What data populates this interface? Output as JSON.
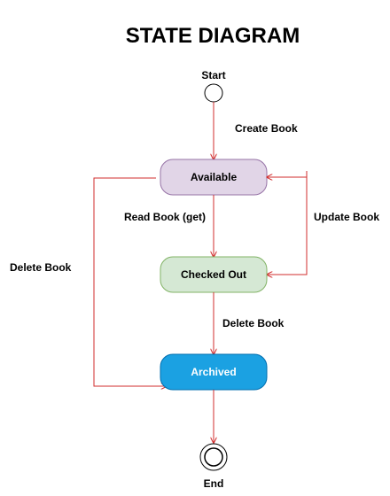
{
  "title": "STATE DIAGRAM",
  "colors": {
    "edge": "#d12d2d",
    "available_fill": "#e1d5e7",
    "available_stroke": "#9673a6",
    "checked_out_fill": "#d5e8d4",
    "checked_out_stroke": "#82b366",
    "archived_fill": "#1ba1e2",
    "archived_stroke": "#006eaf",
    "archived_text": "#ffffff"
  },
  "nodes": {
    "start": {
      "label": "Start"
    },
    "available": {
      "label": "Available"
    },
    "checked_out": {
      "label": "Checked Out"
    },
    "archived": {
      "label": "Archived"
    },
    "end": {
      "label": "End"
    }
  },
  "transitions": {
    "create_book": "Create Book",
    "read_book": "Read Book (get)",
    "update_book": "Update Book",
    "delete_book_left": "Delete Book",
    "delete_book_middle": "Delete Book"
  }
}
